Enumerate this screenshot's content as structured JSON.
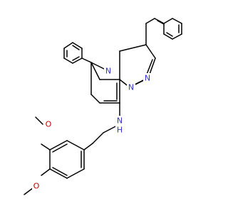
{
  "colors": {
    "bond": "#000000",
    "nitrogen": "#3333cc",
    "oxygen": "#cc0000",
    "background": "#ffffff"
  },
  "atoms": {
    "n_pyrimidine": {
      "text": "N",
      "element": "nitrogen"
    },
    "n_bridge": {
      "text": "N",
      "element": "nitrogen"
    },
    "n_pyrazole": {
      "text": "N",
      "element": "nitrogen"
    },
    "n_amine": {
      "text": "N",
      "element": "nitrogen"
    },
    "h_amine": {
      "text": "H",
      "element": "nitrogen"
    },
    "o_upper": {
      "text": "O",
      "element": "oxygen"
    },
    "o_lower": {
      "text": "O",
      "element": "oxygen"
    }
  }
}
